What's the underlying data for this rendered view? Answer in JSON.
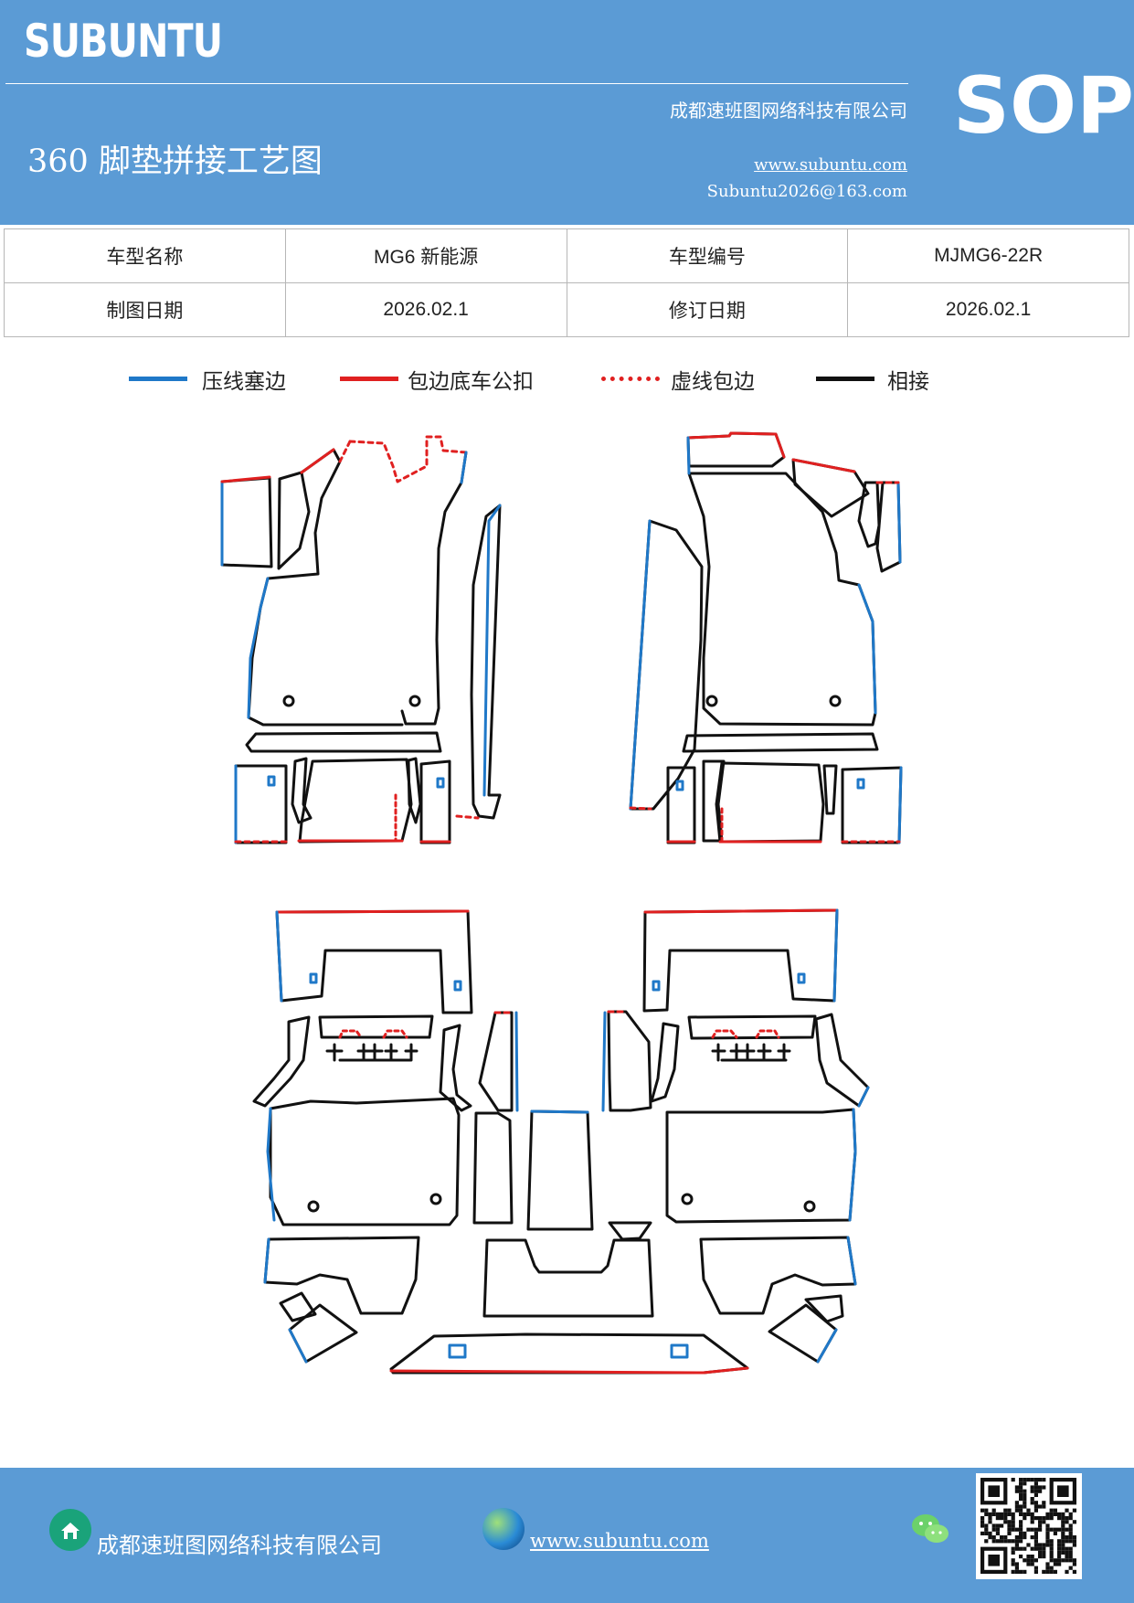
{
  "header": {
    "brand": "SUBUNTU",
    "company": "成都速班图网络科技有限公司",
    "title": "360 脚垫拼接工艺图",
    "url": "www.subuntu.com",
    "email": "Subuntu2026@163.com",
    "badge": "SOP"
  },
  "info": {
    "row1": {
      "label1": "车型名称",
      "value1": "MG6 新能源",
      "label2": "车型编号",
      "value2": "MJMG6-22R"
    },
    "row2": {
      "label1": "制图日期",
      "value1": "2026.02.1",
      "label2": "修订日期",
      "value2": "2026.02.1"
    }
  },
  "legend": [
    {
      "label": "压线塞边",
      "color": "#1f78c8",
      "style": "solid"
    },
    {
      "label": "包边底车公扣",
      "color": "#e02020",
      "style": "solid"
    },
    {
      "label": "虚线包边",
      "color": "#e02020",
      "style": "dotted"
    },
    {
      "label": "相接",
      "color": "#111111",
      "style": "solid"
    }
  ],
  "footer": {
    "company": "成都速班图网络科技有限公司",
    "url": "www.subuntu.com",
    "icons": [
      "home-icon",
      "globe-icon",
      "wechat-icon",
      "qr-code"
    ]
  }
}
